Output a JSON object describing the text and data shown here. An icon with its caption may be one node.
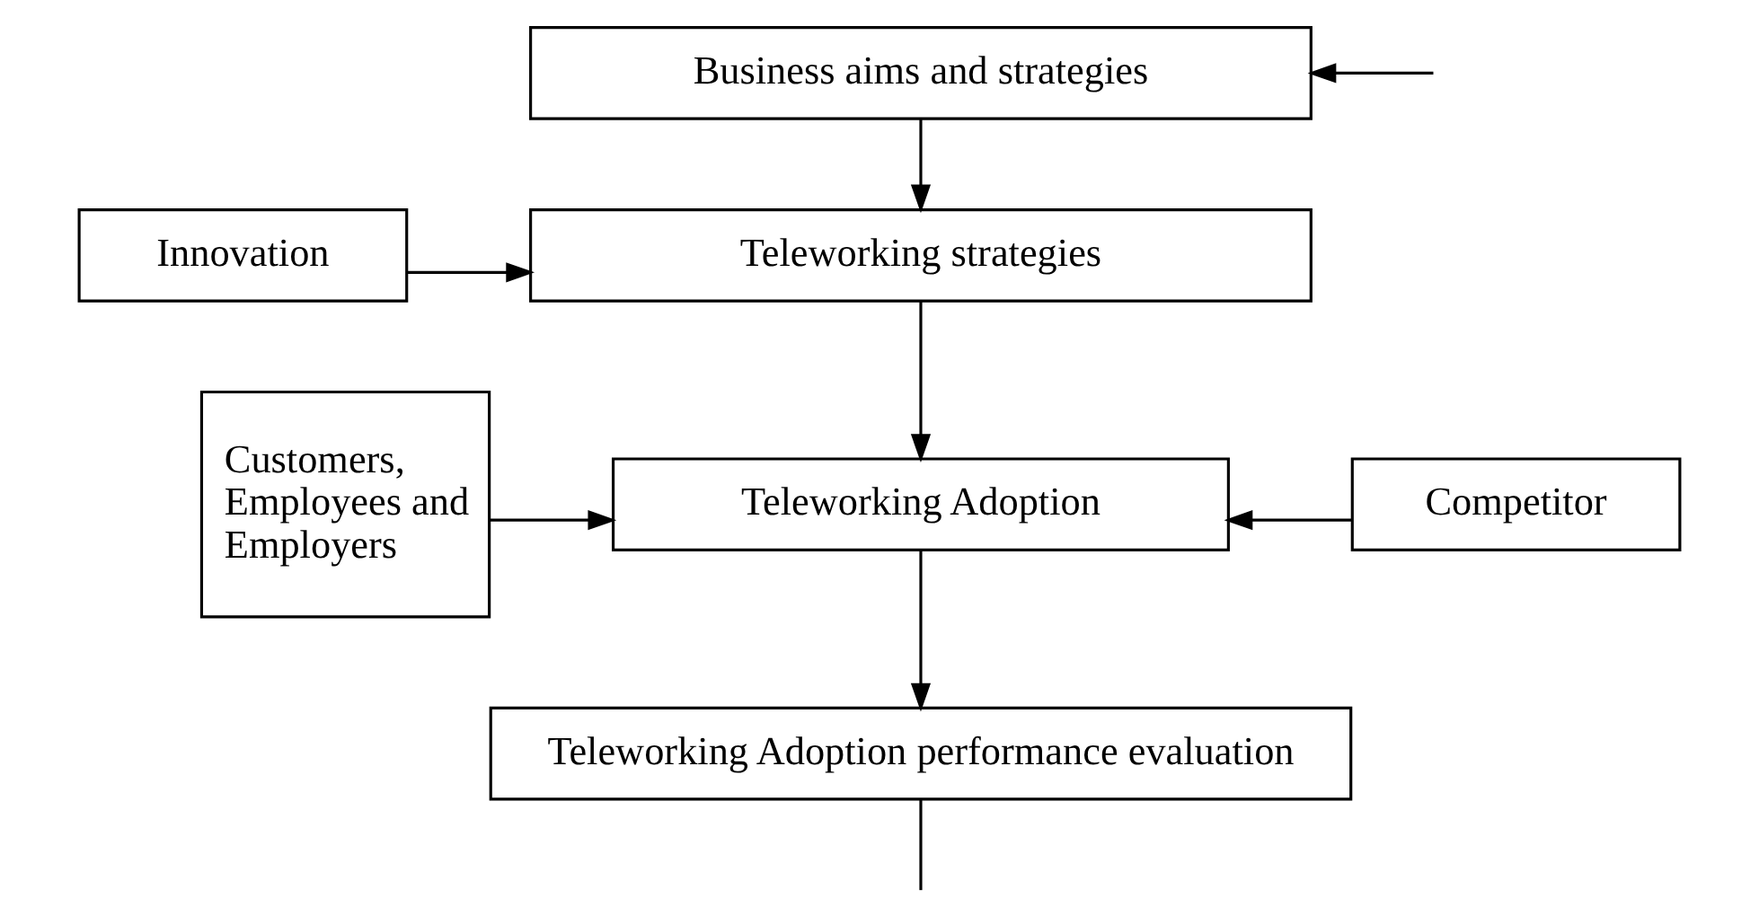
{
  "diagram": {
    "nodes": [
      {
        "text": [
          "Business aims and strategies"
        ]
      },
      {
        "text": [
          "Innovation"
        ]
      },
      {
        "text": [
          "Teleworking strategies"
        ]
      },
      {
        "text": [
          "Customers, Employees and Employers"
        ]
      },
      {
        "text": [
          "Teleworking Adoption"
        ]
      },
      {
        "text": [
          "Competitor"
        ]
      },
      {
        "text": [
          "Teleworking Adoption performance evaluation"
        ]
      }
    ],
    "edges": [
      {
        "from": 0,
        "to": 2,
        "arrow": "to"
      },
      {
        "from": 1,
        "to": 2,
        "arrow": "to"
      },
      {
        "from": 2,
        "to": 4,
        "arrow": "to"
      },
      {
        "from": 3,
        "to": 4,
        "arrow": "to"
      },
      {
        "from": 5,
        "to": 4,
        "arrow": "to"
      },
      {
        "from": 4,
        "to": 6,
        "arrow": "to"
      },
      {
        "from": 6,
        "to": null,
        "arrow": "none"
      },
      {
        "from": null,
        "to": 0,
        "arrow": "to"
      }
    ]
  }
}
